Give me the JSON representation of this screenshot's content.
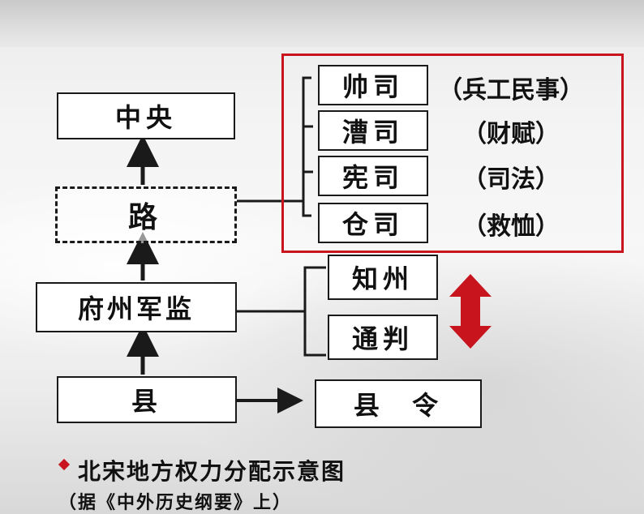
{
  "diagram": {
    "central": "中央",
    "circuit": "路",
    "prefecture": "府州军监",
    "county": "县",
    "county_magistrate": "县  令",
    "circuit_offices": [
      {
        "label": "帅司",
        "duty": "（兵工民事）"
      },
      {
        "label": "漕司",
        "duty": "（财赋）"
      },
      {
        "label": "宪司",
        "duty": "（司法）"
      },
      {
        "label": "仓司",
        "duty": "（救恤）"
      }
    ],
    "prefecture_officials": [
      "知州",
      "通判"
    ]
  },
  "caption": {
    "title": "北宋地方权力分配示意图",
    "source": "（据《中外历史纲要》上）"
  },
  "colors": {
    "accent_red": "#c8141d",
    "line": "#1a1a1a"
  }
}
